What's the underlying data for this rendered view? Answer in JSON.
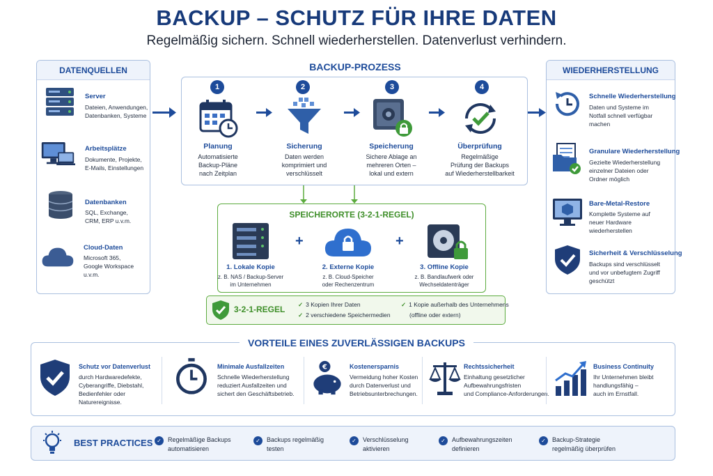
{
  "title": "BACKUP – SCHUTZ FÜR IHRE DATEN",
  "subtitle": "Regelmäßig sichern. Schnell wiederherstellen. Datenverlust verhindern.",
  "datenquellen": {
    "heading": "DATENQUELLEN",
    "items": [
      {
        "title": "Server",
        "desc": [
          "Dateien, Anwendungen,",
          "Datenbanken, Systeme"
        ],
        "icon": "server-icon"
      },
      {
        "title": "Arbeitsplätze",
        "desc": [
          "Dokumente, Projekte,",
          "E-Mails, Einstellungen"
        ],
        "icon": "workstation-icon"
      },
      {
        "title": "Datenbanken",
        "desc": [
          "SQL, Exchange,",
          "CRM, ERP u.v.m."
        ],
        "icon": "database-icon"
      },
      {
        "title": "Cloud-Daten",
        "desc": [
          "Microsoft 365,",
          "Google Workspace",
          "u.v.m."
        ],
        "icon": "cloud-icon"
      }
    ]
  },
  "prozess": {
    "heading": "BACKUP-PROZESS",
    "steps": [
      {
        "num": "1",
        "title": "Planung",
        "desc": [
          "Automatisierte",
          "Backup-Pläne",
          "nach Zeitplan"
        ],
        "icon": "calendar-clock-icon"
      },
      {
        "num": "2",
        "title": "Sicherung",
        "desc": [
          "Daten werden",
          "komprimiert und",
          "verschlüsselt"
        ],
        "icon": "funnel-icon"
      },
      {
        "num": "3",
        "title": "Speicherung",
        "desc": [
          "Sichere Ablage an",
          "mehreren Orten –",
          "lokal und extern"
        ],
        "icon": "safe-lock-icon"
      },
      {
        "num": "4",
        "title": "Überprüfung",
        "desc": [
          "Regelmäßige",
          "Prüfung der Backups",
          "auf Wiederherstellbarkeit"
        ],
        "icon": "verify-cycle-icon"
      }
    ]
  },
  "speicherorte": {
    "heading": "SPEICHERORTE (3-2-1-REGEL)",
    "copies": [
      {
        "title": "1. Lokale Kopie",
        "desc": [
          "z. B. NAS / Backup-Server",
          "im Unternehmen"
        ],
        "icon": "nas-icon"
      },
      {
        "title": "2. Externe Kopie",
        "desc": [
          "z. B. Cloud-Speicher",
          "oder Rechenzentrum"
        ],
        "icon": "cloud-lock-icon"
      },
      {
        "title": "3. Offline Kopie",
        "desc": [
          "z. B. Bandlaufwerk oder",
          "Wechseldatenträger"
        ],
        "icon": "offline-disk-icon"
      }
    ],
    "plus": "+"
  },
  "regel": {
    "label": "3-2-1-REGEL",
    "items": [
      "3 Kopien Ihrer Daten",
      "2 verschiedene Speichermedien",
      "1 Kopie außerhalb des Unternehmens",
      "(offline oder extern)"
    ]
  },
  "wiederherstellung": {
    "heading": "WIEDERHERSTELLUNG",
    "items": [
      {
        "title": "Schnelle Wiederherstellung",
        "desc": [
          "Daten und Systeme im",
          "Notfall schnell verfügbar",
          "machen"
        ],
        "icon": "restore-clock-icon"
      },
      {
        "title": "Granulare Wiederherstellung",
        "desc": [
          "Gezielte Wiederherstellung",
          "einzelner Dateien oder",
          "Ordner möglich"
        ],
        "icon": "folder-check-icon"
      },
      {
        "title": "Bare-Metal-Restore",
        "desc": [
          "Komplette Systeme auf",
          "neuer Hardware",
          "wiederherstellen"
        ],
        "icon": "monitor-cube-icon"
      },
      {
        "title": "Sicherheit & Verschlüsselung",
        "desc": [
          "Backups sind verschlüsselt",
          "und vor unbefugtem Zugriff",
          "geschützt"
        ],
        "icon": "shield-check-icon"
      }
    ]
  },
  "vorteile": {
    "heading": "VORTEILE EINES ZUVERLÄSSIGEN BACKUPS",
    "items": [
      {
        "title": "Schutz vor Datenverlust",
        "desc": [
          "durch Hardwaredefekte,",
          "Cyberangriffe, Diebstahl,",
          "Bedienfehler oder",
          "Naturereignisse."
        ],
        "icon": "shield-check-icon"
      },
      {
        "title": "Minimale Ausfallzeiten",
        "desc": [
          "Schnelle Wiederherstellung",
          "reduziert Ausfallzeiten und",
          "sichert den Geschäftsbetrieb."
        ],
        "icon": "stopwatch-icon"
      },
      {
        "title": "Kostenersparnis",
        "desc": [
          "Vermeidung hoher Kosten",
          "durch Datenverlust und",
          "Betriebsunterbrechungen."
        ],
        "icon": "piggy-bank-icon"
      },
      {
        "title": "Rechtssicherheit",
        "desc": [
          "Einhaltung gesetzlicher",
          "Aufbewahrungsfristen",
          "und Compliance-Anforderungen."
        ],
        "icon": "scales-icon"
      },
      {
        "title": "Business Continuity",
        "desc": [
          "Ihr Unternehmen bleibt",
          "handlungsfähig –",
          "auch im Ernstfall."
        ],
        "icon": "growth-chart-icon"
      }
    ]
  },
  "best_practices": {
    "label": "BEST PRACTICES",
    "items": [
      [
        "Regelmäßige Backups",
        "automatisieren"
      ],
      [
        "Backups regelmäßig",
        "testen"
      ],
      [
        "Verschlüsselung",
        "aktivieren"
      ],
      [
        "Aufbewahrungszeiten",
        "definieren"
      ],
      [
        "Backup-Strategie",
        "regelmäßig überprüfen"
      ]
    ]
  },
  "colors": {
    "primary": "#1d4b9a",
    "green": "#3f8f2a",
    "border": "#a9bfdf"
  }
}
